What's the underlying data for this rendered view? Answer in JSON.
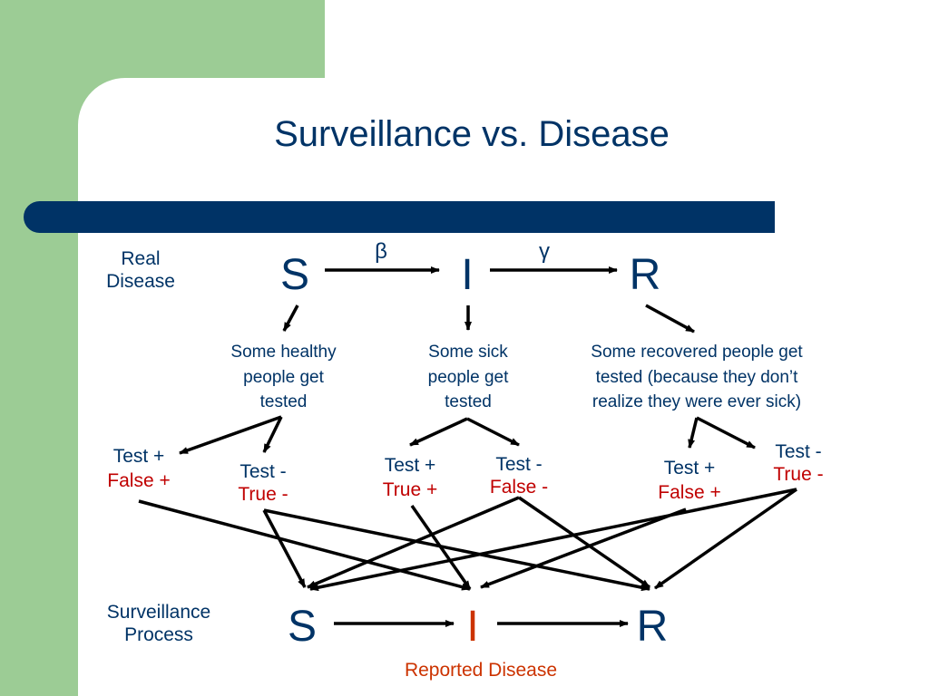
{
  "title": "Surveillance vs. Disease",
  "real_disease": {
    "line1": "Real",
    "line2": "Disease"
  },
  "surveillance_process": {
    "line1": "Surveillance",
    "line2": "Process"
  },
  "top_nodes": {
    "s": "S",
    "i": "I",
    "r": "R"
  },
  "rates": {
    "beta": "β",
    "gamma": "γ"
  },
  "descriptions": {
    "healthy": [
      "Some healthy",
      "people get",
      "tested"
    ],
    "sick": [
      "Some sick",
      "people get",
      "tested"
    ],
    "recovered": [
      "Some recovered people get",
      "tested (because they don’t",
      "realize they were ever sick)"
    ]
  },
  "outcomes": {
    "healthy_pos": {
      "test": "Test +",
      "result": "False +"
    },
    "healthy_neg": {
      "test": "Test -",
      "result": "True -"
    },
    "sick_pos": {
      "test": "Test +",
      "result": "True +"
    },
    "sick_neg": {
      "test": "Test -",
      "result": "False -"
    },
    "recovered_pos": {
      "test": "Test +",
      "result": "False +"
    },
    "recovered_neg": {
      "test": "Test -",
      "result": "True -"
    }
  },
  "bottom_nodes": {
    "s": "S",
    "i": "I",
    "r": "R"
  },
  "reported_disease": "Reported Disease",
  "colors": {
    "sidebar_green": "#9ccc95",
    "navy": "#003366",
    "false_red": "#c00000",
    "reported_orange": "#cc3300"
  }
}
